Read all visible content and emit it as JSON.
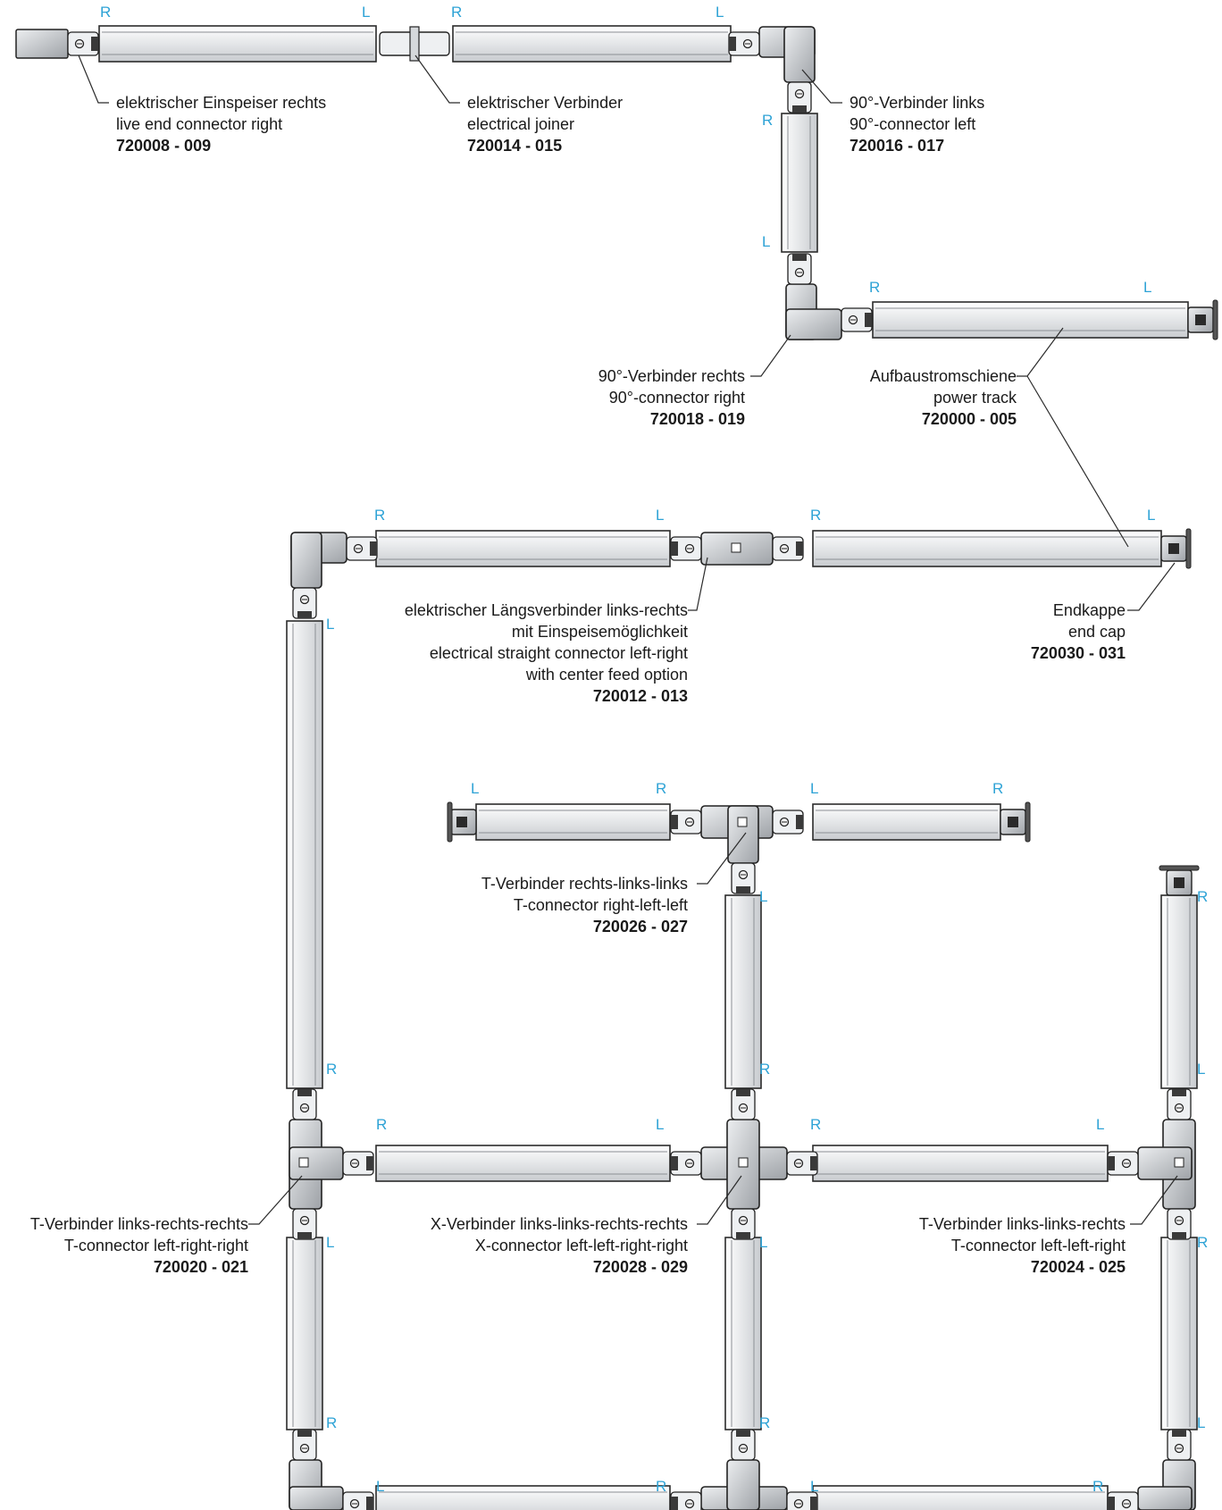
{
  "rl_marks": {
    "r": "R",
    "l": "L"
  },
  "labels": {
    "live_end": {
      "de": "elektrischer Einspeiser rechts",
      "en": "live end connector right",
      "code": "720008 - 009"
    },
    "joiner": {
      "de": "elektrischer Verbinder",
      "en": "electrical joiner",
      "code": "720014 - 015"
    },
    "c90_left": {
      "de": "90°-Verbinder links",
      "en": "90°-connector left",
      "code": "720016 - 017"
    },
    "c90_right": {
      "de": "90°-Verbinder rechts",
      "en": "90°-connector right",
      "code": "720018 - 019"
    },
    "power_track": {
      "de": "Aufbaustromschiene",
      "en": "power track",
      "code": "720000 - 005"
    },
    "straight": {
      "de": "elektrischer Längsverbinder links-rechts",
      "de2": "mit Einspeisemöglichkeit",
      "en": "electrical straight connector left-right",
      "en2": "with center feed option",
      "code": "720012 - 013"
    },
    "end_cap": {
      "de": "Endkappe",
      "en": "end cap",
      "code": "720030 - 031"
    },
    "t_rll": {
      "de": "T-Verbinder rechts-links-links",
      "en": "T-connector right-left-left",
      "code": "720026 - 027"
    },
    "t_lrr": {
      "de": "T-Verbinder links-rechts-rechts",
      "en": "T-connector left-right-right",
      "code": "720020 - 021"
    },
    "x_llrr": {
      "de": "X-Verbinder links-links-rechts-rechts",
      "en": "X-connector left-left-right-right",
      "code": "720028 - 029"
    },
    "t_llr": {
      "de": "T-Verbinder links-links-rechts",
      "en": "T-connector left-left-right",
      "code": "720024 - 025"
    }
  },
  "colors": {
    "accent": "#2ea3d6",
    "track_fill": "#e8eaec",
    "track_stroke": "#2b2b2b",
    "connector_fill": "#c9ccd0",
    "connector_dark": "#3a3a3a"
  }
}
